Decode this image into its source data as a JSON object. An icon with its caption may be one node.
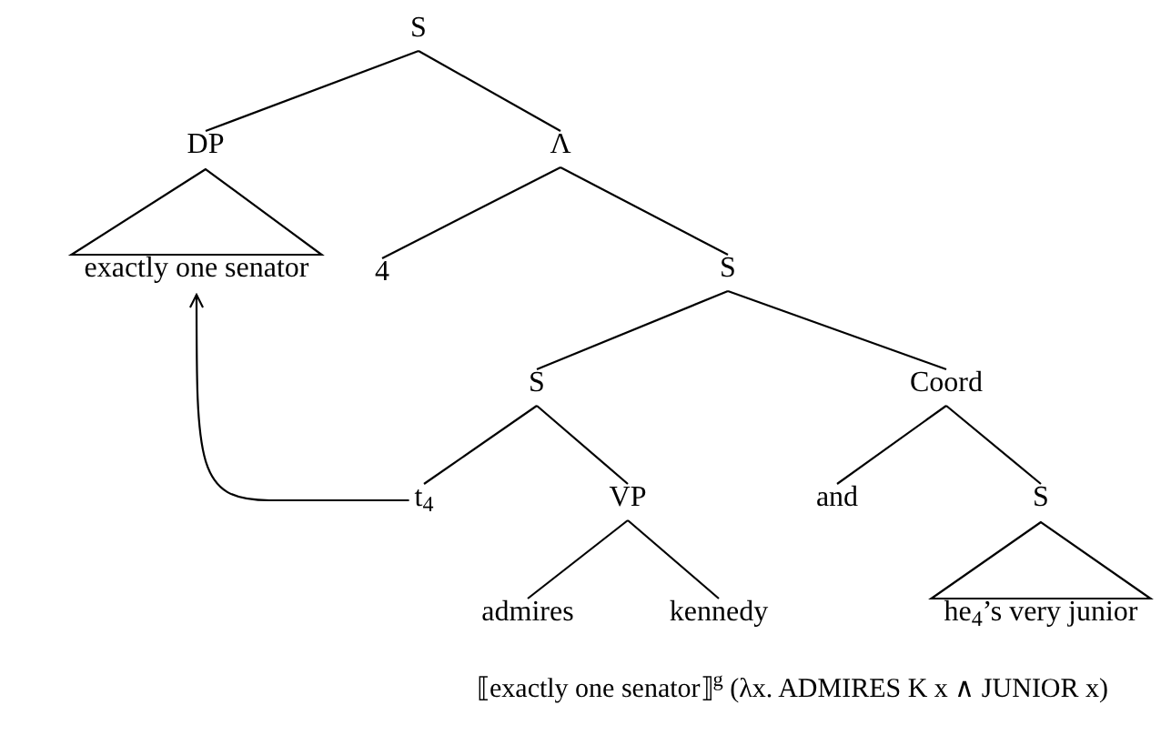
{
  "diagram": {
    "nodes": [
      {
        "text": [
          "S"
        ]
      },
      {
        "text": [
          "DP"
        ]
      },
      {
        "text": [
          "Λ"
        ]
      },
      {
        "text": [
          "exactly one senator"
        ]
      },
      {
        "text": [
          "4"
        ]
      },
      {
        "text": [
          "S"
        ]
      },
      {
        "text": [
          "S"
        ]
      },
      {
        "text": [
          "Coord"
        ]
      },
      {
        "text": [
          "t$_{4}$"
        ]
      },
      {
        "text": [
          "VP"
        ]
      },
      {
        "text": [
          "and"
        ]
      },
      {
        "text": [
          "S"
        ]
      },
      {
        "text": [
          "admires"
        ]
      },
      {
        "text": [
          "kennedy"
        ]
      },
      {
        "text": [
          "he$_{4}$’s very junior"
        ]
      }
    ],
    "edges": [
      {
        "from": 0,
        "to": 1,
        "arrow": "none"
      },
      {
        "from": 0,
        "to": 2,
        "arrow": "none"
      },
      {
        "from": 1,
        "to": 3,
        "arrow": "none"
      },
      {
        "from": 2,
        "to": 4,
        "arrow": "none"
      },
      {
        "from": 2,
        "to": 5,
        "arrow": "none"
      },
      {
        "from": 5,
        "to": 6,
        "arrow": "none"
      },
      {
        "from": 5,
        "to": 7,
        "arrow": "none"
      },
      {
        "from": 6,
        "to": 8,
        "arrow": "none"
      },
      {
        "from": 6,
        "to": 9,
        "arrow": "none"
      },
      {
        "from": 7,
        "to": 10,
        "arrow": "none"
      },
      {
        "from": 7,
        "to": 11,
        "arrow": "none"
      },
      {
        "from": 9,
        "to": 12,
        "arrow": "none"
      },
      {
        "from": 9,
        "to": 13,
        "arrow": "none"
      },
      {
        "from": 11,
        "to": 14,
        "arrow": "none"
      },
      {
        "from": 8,
        "to": 3,
        "arrow": "to"
      }
    ],
    "labels": [
      "⟦exactly one senator⟧$^{g}$ (λx. ADMIRES K x ∧ JUNIOR x)"
    ]
  }
}
